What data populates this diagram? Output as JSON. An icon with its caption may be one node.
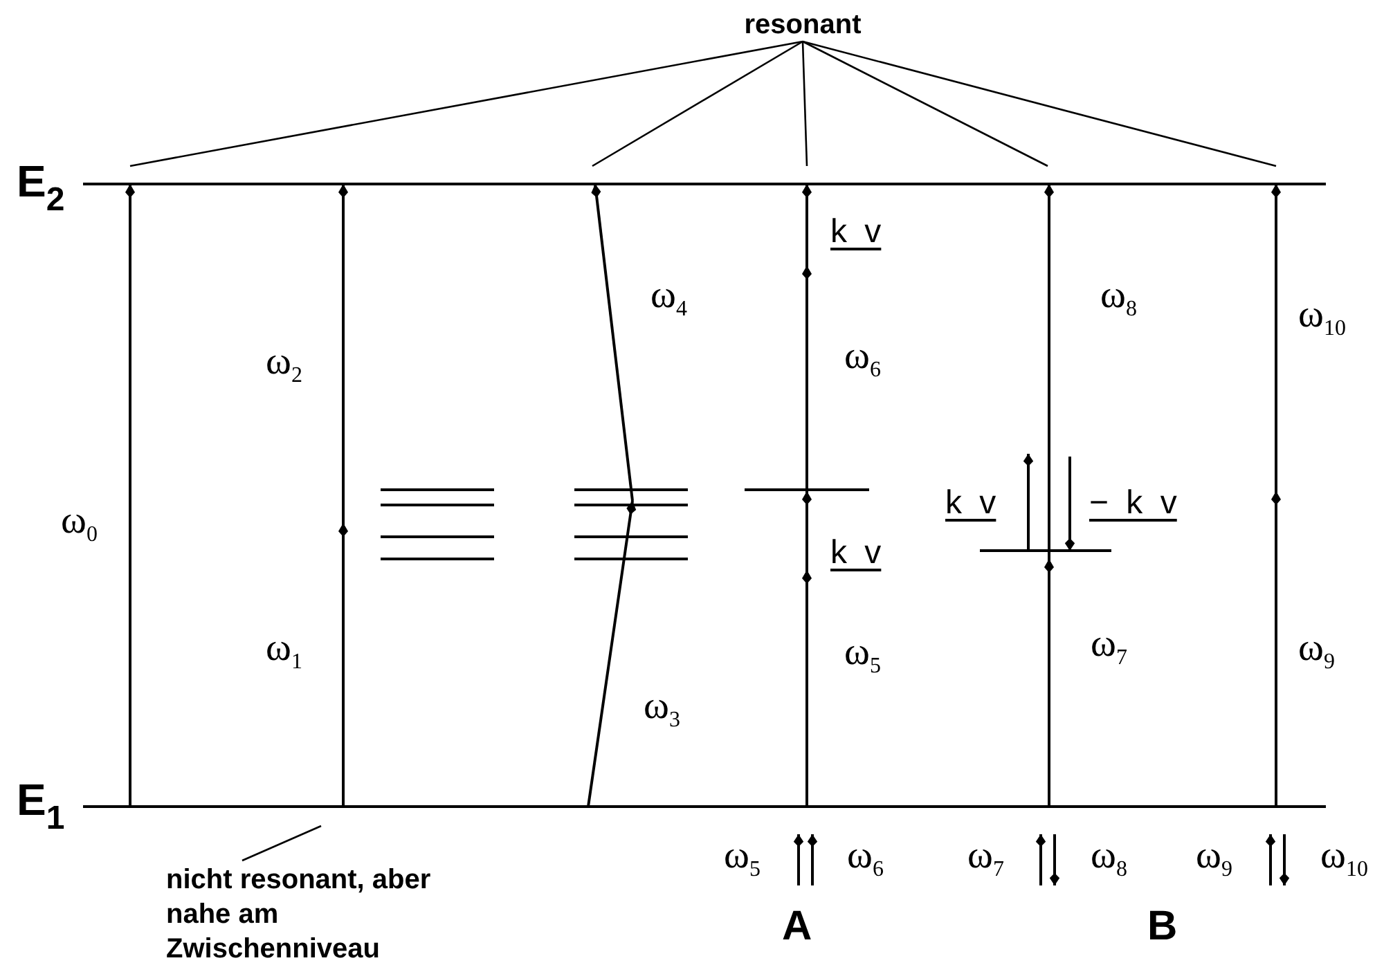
{
  "diagram": {
    "nodes": [
      {
        "text": [
          "resonant"
        ]
      },
      {
        "text": [
          "nicht resonant, aber nahe am Zwischenniveau"
        ]
      }
    ],
    "edges": [
      {
        "from": 0,
        "to": null,
        "arrow": "none"
      },
      {
        "from": 0,
        "to": null,
        "arrow": "none"
      },
      {
        "from": 0,
        "to": null,
        "arrow": "none"
      },
      {
        "from": 0,
        "to": null,
        "arrow": "none"
      },
      {
        "from": 0,
        "to": null,
        "arrow": "none"
      },
      {
        "from": 1,
        "to": null,
        "arrow": "none"
      }
    ],
    "labels": [
      "E$_{2}$",
      "k v",
      "ω$_{4}$",
      "ω$_{8}$",
      "ω$_{10}$",
      "ω$_{2}$",
      "ω$_{6}$",
      "ω$_{0}$",
      "k v",
      "− k v",
      "k v",
      "ω$_{1}$",
      "ω$_{5}$",
      "ω$_{7}$",
      "ω$_{9}$",
      "ω$_{3}$",
      "E$_{1}$",
      "ω$_{5}$",
      "ω$_{6}$",
      "ω$_{7}$",
      "ω$_{8}$",
      "ω$_{9}$",
      "ω$_{10}$",
      "A",
      "B"
    ]
  }
}
